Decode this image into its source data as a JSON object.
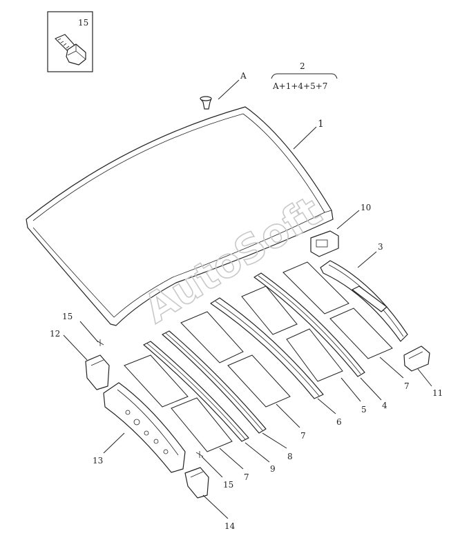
{
  "inset": {
    "callout": "15"
  },
  "ref_a": {
    "label": "A"
  },
  "assembly": {
    "number": "2",
    "formula": "A+1+4+5+7"
  },
  "callouts": [
    {
      "id": "c1",
      "text": "1"
    },
    {
      "id": "c3",
      "text": "3"
    },
    {
      "id": "c4",
      "text": "4"
    },
    {
      "id": "c5",
      "text": "5"
    },
    {
      "id": "c6",
      "text": "6"
    },
    {
      "id": "c7a",
      "text": "7"
    },
    {
      "id": "c7b",
      "text": "7"
    },
    {
      "id": "c7c",
      "text": "7"
    },
    {
      "id": "c8",
      "text": "8"
    },
    {
      "id": "c9",
      "text": "9"
    },
    {
      "id": "c10",
      "text": "10"
    },
    {
      "id": "c11",
      "text": "11"
    },
    {
      "id": "c12",
      "text": "12"
    },
    {
      "id": "c13",
      "text": "13"
    },
    {
      "id": "c14",
      "text": "14"
    },
    {
      "id": "c15a",
      "text": "15"
    },
    {
      "id": "c15b",
      "text": "15"
    }
  ],
  "watermark": {
    "text": "AutoSoft"
  }
}
